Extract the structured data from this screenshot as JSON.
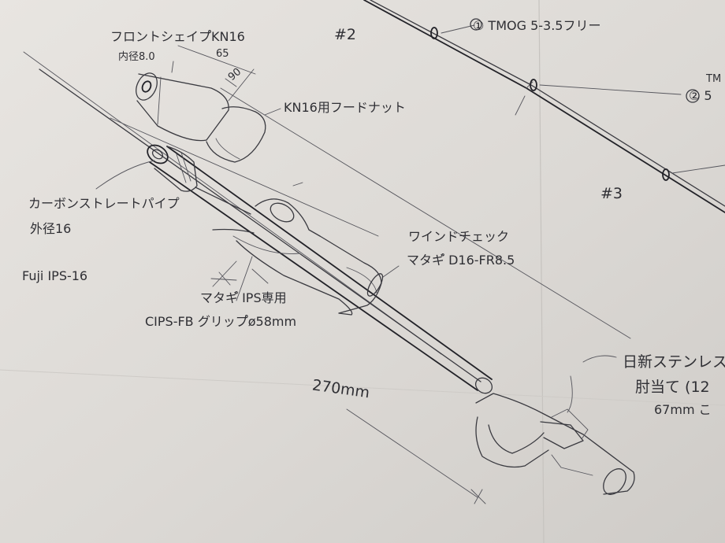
{
  "sheet": {
    "section_2": "#2",
    "section_3": "#3",
    "guide_1": "① TMOG  5-3.5フリー",
    "guide_2_partial": "② 5",
    "guide_2_top": "TM",
    "front_shape_label": "フロントシェイプ゚KN16",
    "inner_dia": "内径8.0",
    "dim_65": "65",
    "dim_90": "90",
    "hood_nut_label": "KN16用フードナット",
    "pipe_label_1": "カーボンストレートパイプ",
    "pipe_label_2": "外径16",
    "reel_seat": "Fuji  IPS-16",
    "wind_check_1": "ワインドチェック",
    "wind_check_2": "マタギ゚ D16-FR8.5",
    "grip_label_1": "マタギ゚ IPS専用",
    "grip_label_2": "CIPS-FB  グリップ゚ø58mm",
    "length": "270mm",
    "elbow_1": "日新ステンレス",
    "elbow_2": "肘当て (12",
    "elbow_3": "67mm こ"
  }
}
